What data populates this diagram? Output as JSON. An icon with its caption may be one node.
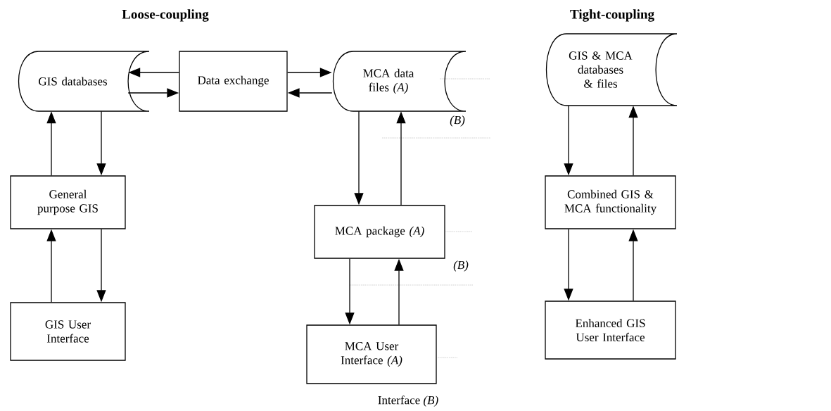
{
  "diagram": {
    "nodes": [
      {
        "text": [
          "GIS databases"
        ]
      },
      {
        "text": [
          "Data exchange"
        ]
      },
      {
        "text": [
          "MCA data files *(A)*"
        ]
      },
      {
        "text": [
          "General purpose GIS"
        ]
      },
      {
        "text": [
          "GIS User Interface"
        ]
      },
      {
        "text": [
          "MCA package *(A)*"
        ]
      },
      {
        "text": [
          "MCA User Interface *(A)*"
        ]
      },
      {
        "text": [
          "GIS & MCA databases & files"
        ]
      },
      {
        "text": [
          "Combined GIS & MCA functionality"
        ]
      },
      {
        "text": [
          "Enhanced GIS User Interface"
        ]
      }
    ],
    "edges": [
      {
        "from": 1,
        "to": 0,
        "arrow": "to"
      },
      {
        "from": 0,
        "to": 1,
        "arrow": "to"
      },
      {
        "from": 1,
        "to": 2,
        "arrow": "to"
      },
      {
        "from": 2,
        "to": 1,
        "arrow": "to"
      },
      {
        "from": 3,
        "to": 0,
        "arrow": "to"
      },
      {
        "from": 0,
        "to": 3,
        "arrow": "to"
      },
      {
        "from": 4,
        "to": 3,
        "arrow": "to"
      },
      {
        "from": 3,
        "to": 4,
        "arrow": "to"
      },
      {
        "from": 2,
        "to": 5,
        "arrow": "to"
      },
      {
        "from": 5,
        "to": 2,
        "arrow": "to"
      },
      {
        "from": 5,
        "to": 6,
        "arrow": "to"
      },
      {
        "from": 6,
        "to": 5,
        "arrow": "to"
      },
      {
        "from": 7,
        "to": 8,
        "arrow": "to"
      },
      {
        "from": 8,
        "to": 7,
        "arrow": "to"
      },
      {
        "from": 8,
        "to": 9,
        "arrow": "to"
      },
      {
        "from": 9,
        "to": 8,
        "arrow": "to"
      }
    ],
    "labels": [
      "Loose-coupling",
      "Tight-coupling",
      "(B)",
      "(B)",
      "Interface *(B)*"
    ]
  }
}
